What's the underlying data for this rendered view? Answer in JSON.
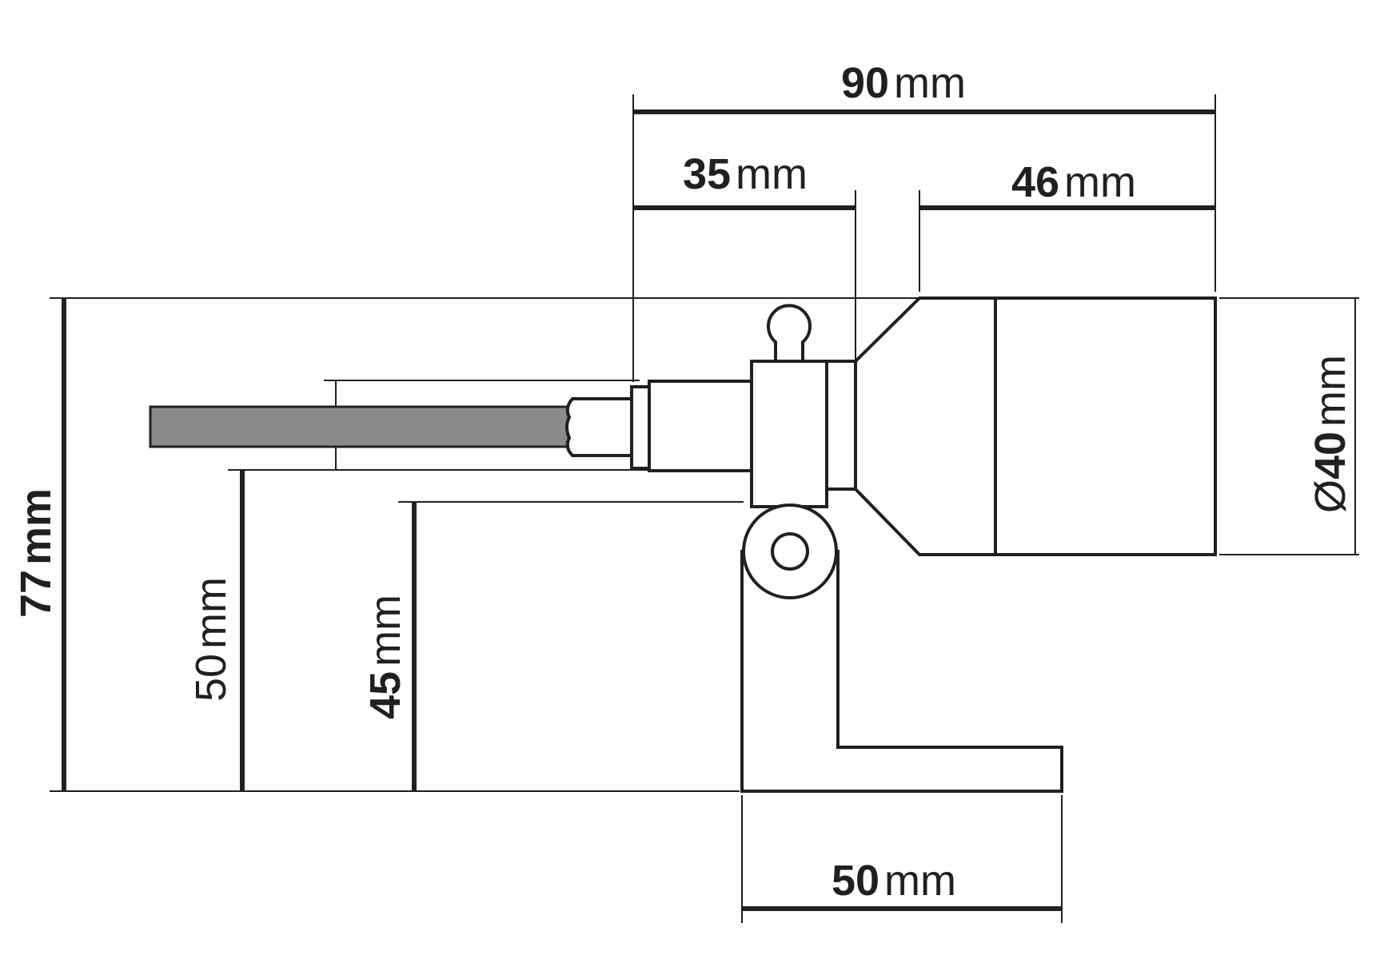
{
  "dimensions": {
    "overall_length": {
      "value": "90",
      "unit": "mm"
    },
    "body_length": {
      "value": "35",
      "unit": "mm"
    },
    "head_length": {
      "value": "46",
      "unit": "mm"
    },
    "head_diameter": {
      "prefix": "Ø",
      "value": "40",
      "unit": "mm"
    },
    "total_height": {
      "value": "77",
      "unit": "mm"
    },
    "cable_height": {
      "value": "50",
      "unit": "mm"
    },
    "pivot_height": {
      "value": "45",
      "unit": "mm"
    },
    "base_width": {
      "value": "50",
      "unit": "mm"
    }
  },
  "colors": {
    "line": "#231f20",
    "cable": "#8a8a8a",
    "background": "#ffffff"
  }
}
